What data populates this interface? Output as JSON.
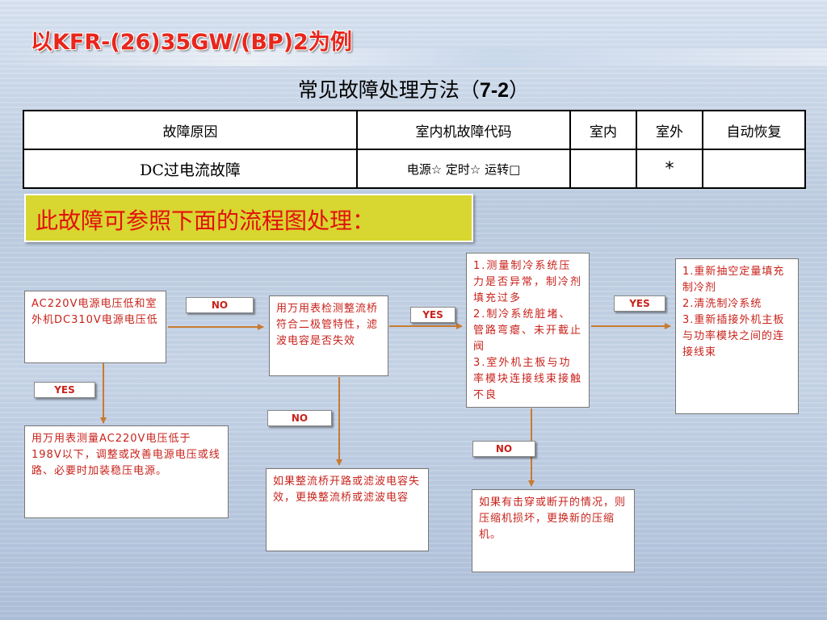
{
  "header": {
    "title": "以KFR-(26)35GW/(BP)2为例"
  },
  "subtitle": {
    "prefix": "常见故障处理方法（",
    "num": "7-2",
    "suffix": "）"
  },
  "table": {
    "headers": [
      "故障原因",
      "室内机故障代码",
      "室内",
      "室外",
      "自动恢复"
    ],
    "row": [
      "DC过电流故障",
      "电源☆  定时☆   运转□",
      "",
      "*",
      ""
    ]
  },
  "callout": "此故障可参照下面的流程图处理：",
  "flow": {
    "box_voltage_low": "AC220V电源电压低和室外机DC310V电源电压低",
    "box_check_bridge": "用万用表检测整流桥符合二极管特性，滤波电容是否失效",
    "box_check_refrigerant": "1.测量制冷系统压力是否异常，制冷剂填充过多\n2.制冷系统脏堵、管路弯瘪、未开截止阀\n3.室外机主板与功率模块连接线束接触不良",
    "box_fix_refrigerant": "1.重新抽空定量填充制冷剂\n2.清洗制冷系统\n3.重新插接外机主板与功率模块之间的连接线束",
    "box_measure_voltage": "用万用表测量AC220V电压低于198V以下，调整或改善电源电压或线路、必要时加装稳压电源。",
    "box_replace_bridge": "如果整流桥开路或滤波电容失效，更换整流桥或滤波电容",
    "box_replace_compressor": "如果有击穿或断开的情况，则压缩机损坏，更换新的压缩机。",
    "tag_no_1": "NO",
    "tag_yes_1": "YES",
    "tag_yes_2": "YES",
    "tag_yes_3": "YES",
    "tag_no_2": "NO",
    "tag_no_3": "NO"
  },
  "colors": {
    "title_red": "#e8261c",
    "text_red": "#c8221b",
    "callout_bg": "#d8d630"
  }
}
